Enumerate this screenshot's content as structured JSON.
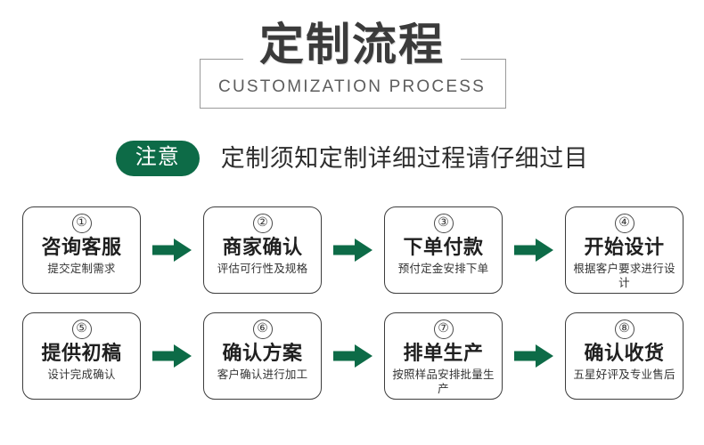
{
  "header": {
    "title_cn": "定制流程",
    "title_en": "CUSTOMIZATION PROCESS"
  },
  "notice": {
    "badge_label": "注意",
    "text": "定制须知定制详细过程请仔细过目",
    "badge_color": "#0d6b47"
  },
  "theme": {
    "arrow_color": "#0d6b47",
    "box_border_color": "#3d3d3d",
    "title_color": "#3b3b3b",
    "subtitle_color": "#5d5d5d"
  },
  "flow": {
    "rows": [
      {
        "steps": [
          {
            "num": "①",
            "title": "咨询客服",
            "desc": "提交定制需求"
          },
          {
            "num": "②",
            "title": "商家确认",
            "desc": "评估可行性及规格"
          },
          {
            "num": "③",
            "title": "下单付款",
            "desc": "预付定金安排下单"
          },
          {
            "num": "④",
            "title": "开始设计",
            "desc": "根据客户要求进行设计"
          }
        ]
      },
      {
        "steps": [
          {
            "num": "⑤",
            "title": "提供初稿",
            "desc": "设计完成确认"
          },
          {
            "num": "⑥",
            "title": "确认方案",
            "desc": "客户确认进行加工"
          },
          {
            "num": "⑦",
            "title": "排单生产",
            "desc": "按照样品安排批量生产"
          },
          {
            "num": "⑧",
            "title": "确认收货",
            "desc": "五星好评及专业售后"
          }
        ]
      }
    ]
  }
}
